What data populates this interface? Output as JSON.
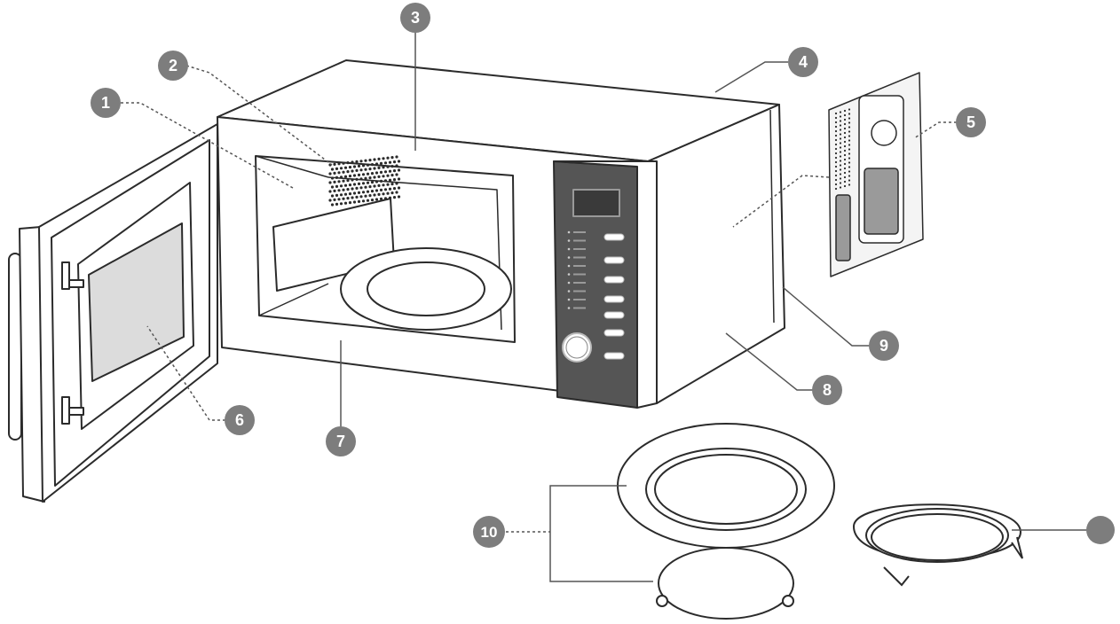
{
  "colors": {
    "outline": "#2b2b2b",
    "panel": "#555555",
    "panel_dark": "#3a3a3a",
    "callout_fill": "#7d7d7d",
    "window_fill": "#dcdcdc",
    "shade": "#e9e9e9",
    "background": "#ffffff"
  },
  "callouts": [
    {
      "id": "1",
      "label": "1"
    },
    {
      "id": "2",
      "label": "2"
    },
    {
      "id": "3",
      "label": "3"
    },
    {
      "id": "4",
      "label": "4"
    },
    {
      "id": "5",
      "label": "5"
    },
    {
      "id": "6",
      "label": "6"
    },
    {
      "id": "7",
      "label": "7"
    },
    {
      "id": "8",
      "label": "8"
    },
    {
      "id": "9",
      "label": "9"
    },
    {
      "id": "10",
      "label": "10"
    },
    {
      "id": "11",
      "label": ""
    }
  ]
}
